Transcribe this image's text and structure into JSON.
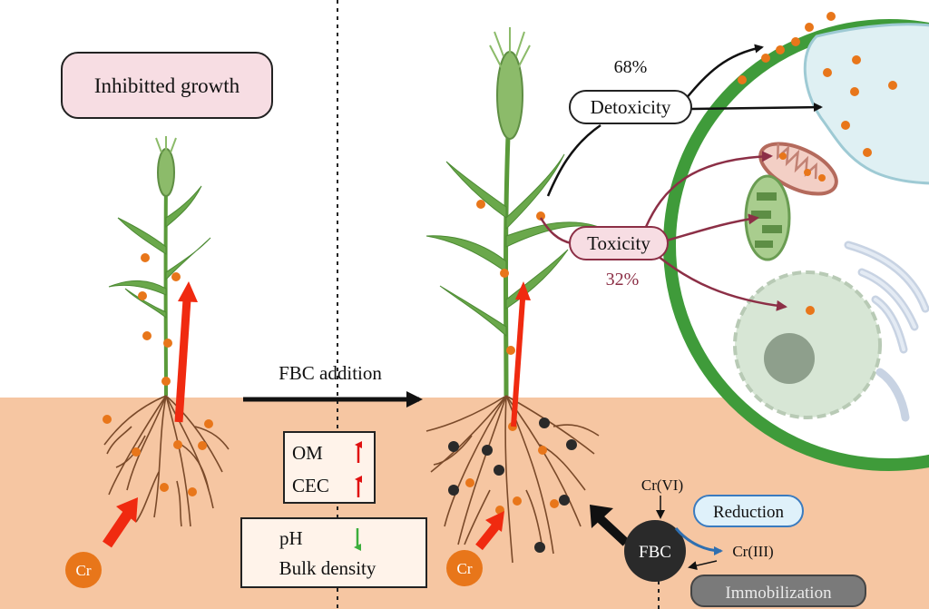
{
  "labels": {
    "inhibited_growth": "Inhibitted growth",
    "fbc_addition": "FBC addition",
    "detox_percent": "68%",
    "detoxicity": "Detoxicity",
    "toxicity": "Toxicity",
    "tox_percent": "32%",
    "om": "OM",
    "cec": "CEC",
    "ph": "pH",
    "bulk_density": "Bulk density",
    "cr_left": "Cr",
    "cr_right": "Cr",
    "cr_vi": "Cr(VI)",
    "cr_iii": "Cr(III)",
    "reduction": "Reduction",
    "fbc": "FBC",
    "immobilization": "Immobilization"
  },
  "colors": {
    "soil": "#f6c6a2",
    "cell_wall": "#3f9b3a",
    "cytoplasm": "#ffffff",
    "vacuole": "#dff0f3",
    "nucleus": "#d7e6d5",
    "nucleolus": "#8e9f8c",
    "cr_particle": "#e8761a",
    "biochar": "#2a2a2a",
    "uptake_arrow": "#f02a10",
    "toxicity_arrow": "#8c2f46",
    "inhibited_box": "#f7dde3",
    "toxicity_box": "#f7dde3",
    "reduction_box": "#dff1fa",
    "immobilization_box": "#7a7a7a",
    "increase_arrow": "#e01010",
    "decrease_arrow": "#3cae3c"
  },
  "icons": [
    "wheat-plant-icon",
    "root-system-icon",
    "cell-icon",
    "mitochondrion-icon",
    "chloroplast-icon",
    "golgi-icon",
    "nucleus-icon"
  ]
}
